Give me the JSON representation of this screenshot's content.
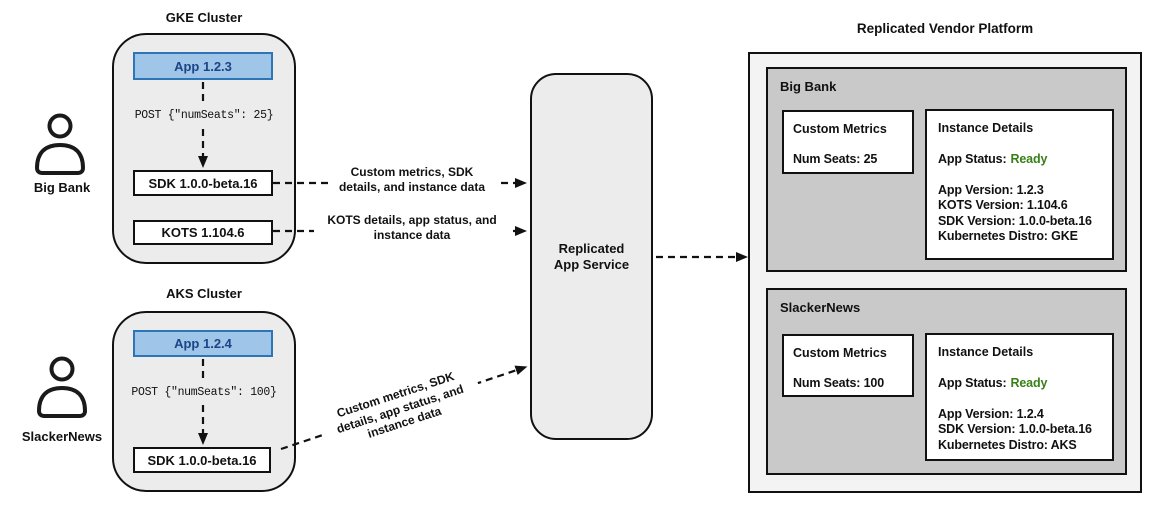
{
  "colors": {
    "app_fill": "#9fc5e8",
    "app_border": "#2e75b6",
    "app_text": "#1c4587",
    "status_ready_green": "#388017",
    "cluster_fill": "#ececec",
    "panel_fill": "#c9c9c9",
    "platform_fill": "#f3f3f3",
    "line_color": "#111111"
  },
  "left": {
    "gke": {
      "title": "GKE Cluster",
      "app_label": "App 1.2.3",
      "post_text": "POST {\"numSeats\": 25}",
      "sdk_label": "SDK 1.0.0-beta.16",
      "kots_label": "KOTS 1.104.6",
      "customer_label": "Big Bank"
    },
    "aks": {
      "title": "AKS Cluster",
      "app_label": "App 1.2.4",
      "post_text": "POST {\"numSeats\": 100}",
      "sdk_label": "SDK 1.0.0-beta.16",
      "customer_label": "SlackerNews"
    }
  },
  "arrows": {
    "sdk_to_service": {
      "line1": "Custom metrics, SDK",
      "line2": "details, and instance data"
    },
    "kots_to_service": {
      "line1": "KOTS details, app status, and",
      "line2": "instance data"
    },
    "aks_sdk_to_service": {
      "line1": "Custom metrics, SDK",
      "line2": "details, app status, and",
      "line3": "instance data"
    }
  },
  "service": {
    "line1": "Replicated",
    "line2": "App Service"
  },
  "platform": {
    "title": "Replicated Vendor Platform",
    "customers": [
      {
        "name": "Big Bank",
        "metrics_title": "Custom Metrics",
        "metrics_value": "Num Seats: 25",
        "details_title": "Instance Details",
        "status_label": "App Status:",
        "status_value": "Ready",
        "detail_lines": [
          "App Version: 1.2.3",
          "KOTS Version: 1.104.6",
          "SDK Version: 1.0.0-beta.16",
          "Kubernetes Distro: GKE"
        ]
      },
      {
        "name": "SlackerNews",
        "metrics_title": "Custom Metrics",
        "metrics_value": "Num Seats: 100",
        "details_title": "Instance Details",
        "status_label": "App Status:",
        "status_value": "Ready",
        "detail_lines": [
          "App Version: 1.2.4",
          "SDK Version: 1.0.0-beta.16",
          "Kubernetes Distro: AKS"
        ]
      }
    ]
  }
}
